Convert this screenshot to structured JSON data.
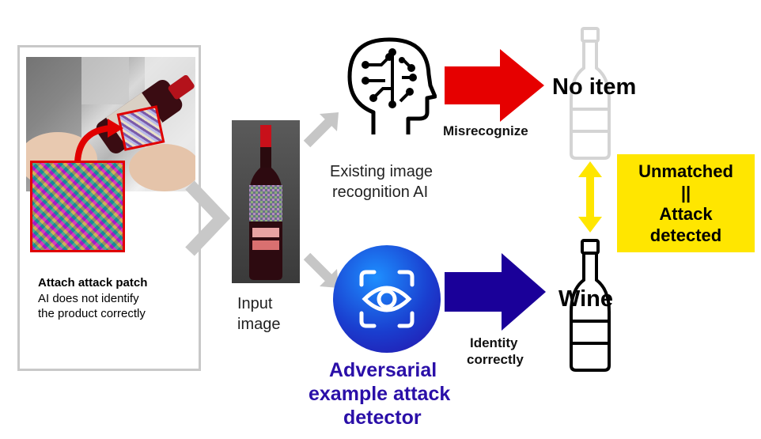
{
  "left_panel": {
    "title": "Attach attack patch",
    "description_line1": "AI does not identify",
    "description_line2": "the product correctly"
  },
  "input_image": {
    "line1": "Input",
    "line2": "image"
  },
  "existing_ai": {
    "line1": "Existing image",
    "line2": "recognition AI"
  },
  "detector": {
    "line1": "Adversarial",
    "line2": "example attack",
    "line3": "detector"
  },
  "top_path": {
    "arrow_label": "Misrecognize",
    "result": "No item"
  },
  "bottom_path": {
    "arrow_label_line1": "Identity",
    "arrow_label_line2": "correctly",
    "result": "Wine"
  },
  "verdict": {
    "line1": "Unmatched",
    "line2": "||",
    "line3": "Attack",
    "line4": "detected"
  },
  "colors": {
    "red_arrow": "#e60000",
    "blue_arrow": "#1a0099",
    "detector_title": "#2a0fa8",
    "verdict_bg": "#ffe600",
    "gray_arrow": "#c6c6c6"
  },
  "icons": [
    "brain-circuit-icon",
    "eye-scan-icon",
    "bottle-icon"
  ]
}
